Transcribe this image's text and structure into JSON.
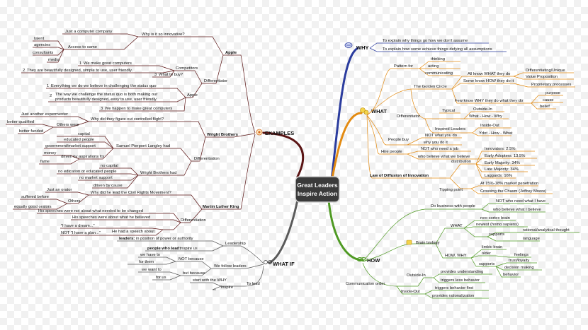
{
  "center": {
    "line1": "Great Leaders",
    "line2": "Inspire Action"
  },
  "colors": {
    "why": "#2b3c9e",
    "what": "#e38b12",
    "how": "#4f9a23",
    "whatif": "#5a5a5a",
    "examples": "#5a1414",
    "leaf_line": "#8a8a8a"
  },
  "branches": {
    "why": {
      "label": "WHY",
      "icon": "magnifier-icon",
      "items": [
        "To explain why things go how we don't assume",
        "To explain how some achieve things defying all assumptions"
      ]
    },
    "what": {
      "label": "WHAT",
      "icon": "gears-icon",
      "items": {
        "pattern_for": "Pattern for",
        "thinking": "thinking",
        "acting": "acting",
        "communicating": "communicating",
        "golden_circle": "The Golden Circle",
        "all_know": "All know WHAT they do",
        "some_know": "Some know HOW they do it",
        "few_know": "Few know WHY they do what they do",
        "diff_unique": "Differentiating/Unique",
        "value_prop": "Value Proposition",
        "proprietary": "Proprietary processes",
        "purpose": "purpose",
        "cause": "cause",
        "belief": "belief",
        "differentiator": "Differentiator",
        "typical": "Typical",
        "outside_in": "Outside-In",
        "what_how_why": "What - How - Why",
        "inspired_leaders": "Inspired Leaders",
        "inside_out": "Inside-Out",
        "how_how_what": "Ydot - How - What",
        "people_buy": "People buy",
        "not_what": "NOT what you do",
        "why_you_do": "why you do it",
        "hire_people": "Hire people",
        "not_need_job": "NOT who need a job",
        "who_believe": "who believe what we believe",
        "law_diffusion": "Law of Diffusion of Innovation",
        "distribution": "distribution",
        "innovators": "Innovators: 2.5%",
        "early_adopters": "Early Adopters: 13.5%",
        "early_majority": "Early Majority: 34%",
        "late_majority": "Late Majority: 34%",
        "laggards": "Laggards: 16%",
        "tipping_point": "Tipping point",
        "market_pen": "At 15%-18% market penetration",
        "crossing": "Crossing the Chasm (Jeffrey Moore)"
      }
    },
    "how": {
      "label": "HOW",
      "icon": "link-icon",
      "items": {
        "do_business": "Do business with people",
        "not_who_need": "NOT who need what I have",
        "believe_what_i": "who believe what I believe",
        "brain_biology": "Brain biology",
        "what": "WHAT",
        "neo_cortex": "neo-cortex brain",
        "newest": "newest (homo sapiens)",
        "supports1": "supports",
        "rational": "rational/analytical thought",
        "language": "language",
        "how_why": "HOW, WHY",
        "limbic": "limbic brain",
        "older": "older",
        "supports2": "supports",
        "feelings": "feelings",
        "trust": "trust/loyalty",
        "decision": "decision making",
        "behavior": "behavior",
        "comm_order": "Communication order",
        "outside_in": "Outside-In",
        "provides_under": "provides understanding",
        "triggers_less": "triggers less behavior",
        "inside_out": "Inside-Out",
        "triggers_first": "triggers behavior first",
        "provides_rational": "provides rationalization"
      }
    },
    "whatif": {
      "label": "WHAT IF",
      "icon": "glasses-icon",
      "items": {
        "leadership": "Leadership",
        "leaders_kw": "leaders:",
        "leaders_txt": "in position of power or authority",
        "people_lead": "people who lead:",
        "inspire_us": "inspire us",
        "we_follow": "We follow leaders",
        "we_have_to": "we have to",
        "not_because": "NOT because",
        "for_them": "for them",
        "we_want_to": "we want to",
        "but_because": "but because",
        "for_us": "for us",
        "start_why": "start with the WHY",
        "to_lead": "To lead",
        "inspire": "inspire"
      }
    },
    "examples": {
      "label": "EXAMPLES",
      "icon": "target-icon",
      "items": {
        "apple": "Apple",
        "why_innov": "Why is it so innovative?",
        "just_company": "Just a computer company",
        "access_same": "Access to same",
        "talent": "talent",
        "agencies": "agencies",
        "consultants": "consultants",
        "media": "media",
        "differentiator": "Differentiator",
        "competitors": "Competitors",
        "we_make": "We make great computers",
        "beautiful": "They are beautifully designed, simple to use, user friendly.",
        "what_to_buy": "What to buy?",
        "apple_sub": "Apple",
        "everything": "Everything we do we believe in challenging the status quo",
        "way_we": "The way we challenge the status quo is both making our",
        "products_beautiful": "products beautifully designed, easy to use, user friendly.",
        "happen": "We happen to make great computers",
        "wright": "Wright Brothers",
        "why_figure": "Why did they figure out controlled flight?",
        "just_another": "Just another expermenter",
        "others_were": "Others were",
        "better_qualified": "better qualified",
        "better_funded": "better funded",
        "samuel": "Samuel Pierpont Langley had",
        "capital": "capital",
        "educated": "educated people",
        "gov_market": "government/market support",
        "driven_asp": "driven by aspirations for",
        "money": "money",
        "fame": "fame",
        "differentiation": "Differentiation",
        "wright_had": "Wright Brothers had",
        "no_capital": "no capital",
        "no_edu": "no edication or educated people",
        "no_market": "no market support",
        "driven_cause": "driven by cause",
        "mlk": "Martin Luther King",
        "why_lead": "Why did he lead the Civil Rights Movement?",
        "just_orator": "Just an orator",
        "others": "Others",
        "suffered": "suffered before",
        "equally": "equally good orators",
        "speeches_not": "His speeches were not about what needed to be changed",
        "speeches_were": "His speeches were about what he believed",
        "differentiation2": "Differentiation",
        "dream": "\"I have a dream...\"",
        "speech_about": "He had a speech about",
        "plan": "NOT \"I have a plan...\""
      }
    }
  },
  "numbers": {
    "n1": "1",
    "n2": "2",
    "n3": "3"
  }
}
